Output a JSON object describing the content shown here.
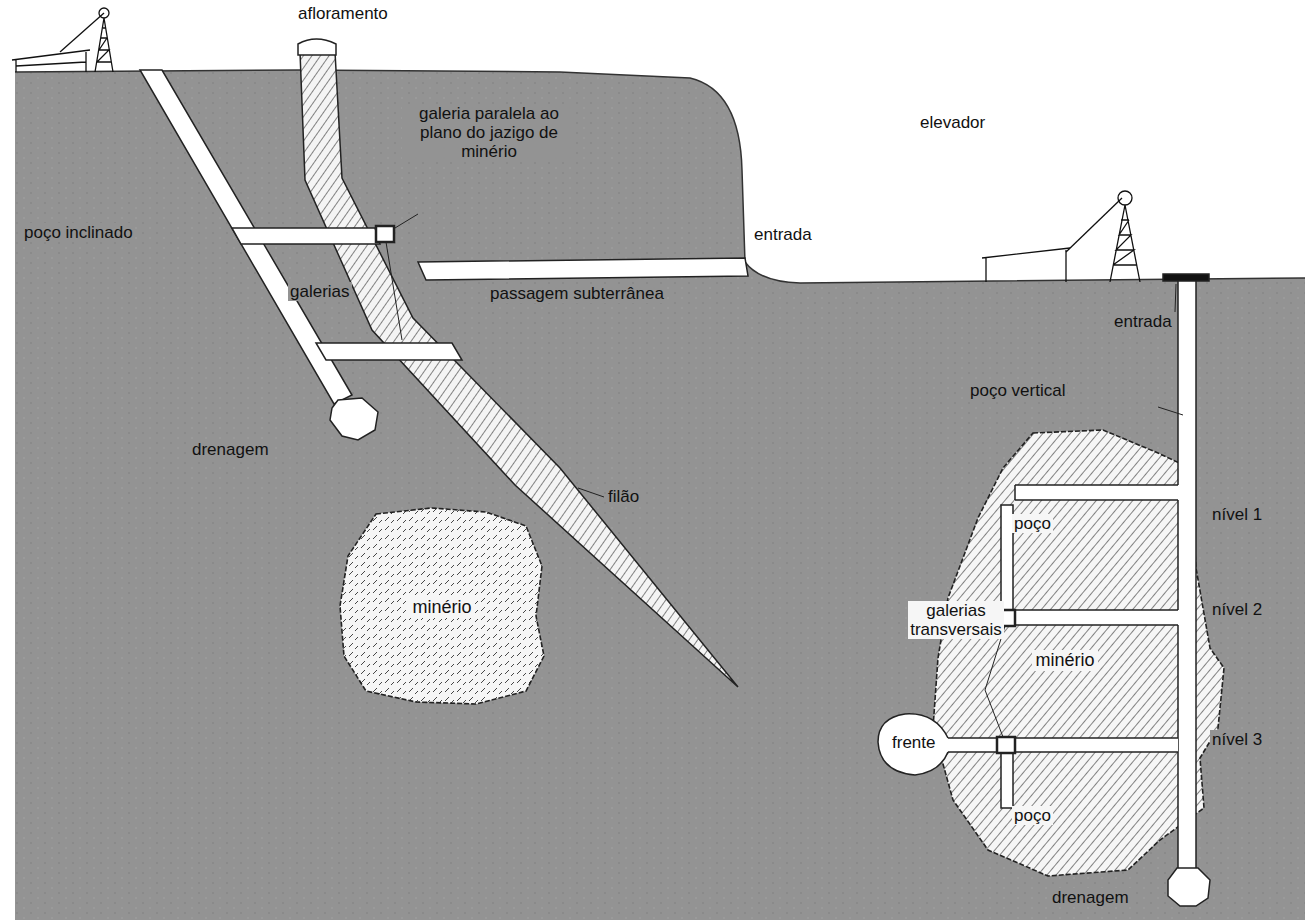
{
  "diagram": {
    "nodes": [
      {
        "text": [
          "minério"
        ]
      },
      {
        "text": [
          "minério"
        ]
      }
    ],
    "labels": [
      "afloramento",
      "galeria paralela ao plano do jazigo de minério",
      "poço inclinado",
      "elevador",
      "entrada",
      "galerias",
      "passagem subterrânea",
      "entrada",
      "poço vertical",
      "drenagem",
      "nível 1",
      "filão",
      "poço",
      "nível 2",
      "galerias transversais",
      "nível 3",
      "frente",
      "poço",
      "drenagem"
    ]
  }
}
